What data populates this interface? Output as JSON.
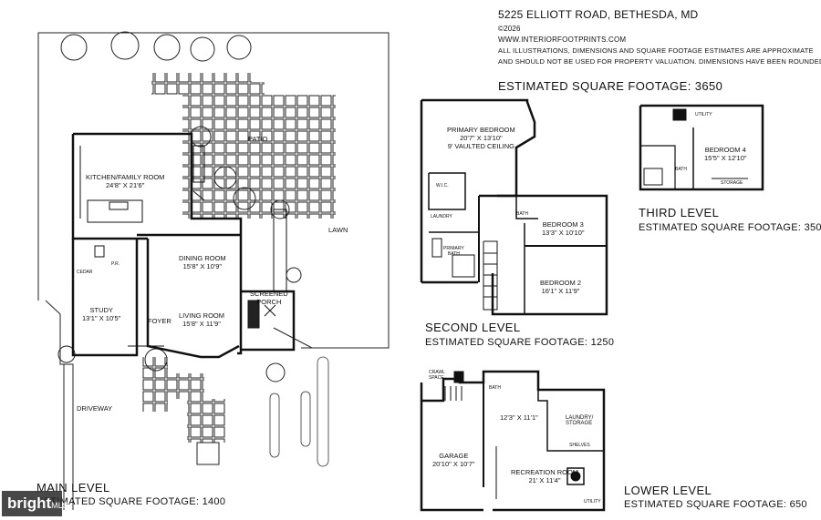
{
  "header": {
    "address": "5225 ELLIOTT ROAD, BETHESDA, MD",
    "copyright": "©2026",
    "website": "WWW.INTERIORFOOTPRINTS.COM",
    "disclaimer1": "ALL ILLUSTRATIONS, DIMENSIONS AND SQUARE FOOTAGE ESTIMATES ARE APPROXIMATE",
    "disclaimer2": "AND  SHOULD NOT BE USED FOR PROPERTY VALUATION. DIMENSIONS HAVE BEEN ROUNDED.",
    "total_sqft": "ESTIMATED SQUARE FOOTAGE: 3650"
  },
  "levels": {
    "main": {
      "title": "MAIN LEVEL",
      "sqft": "ESTIMATED SQUARE FOOTAGE:  1400"
    },
    "second": {
      "title": "SECOND LEVEL",
      "sqft": "ESTIMATED SQUARE FOOTAGE:  1250"
    },
    "third": {
      "title": "THIRD LEVEL",
      "sqft": "ESTIMATED SQUARE FOOTAGE: 350"
    },
    "lower": {
      "title": "LOWER LEVEL",
      "sqft": "ESTIMATED SQUARE FOOTAGE: 650"
    }
  },
  "rooms": {
    "kitchen": {
      "name": "KITCHEN/FAMILY ROOM",
      "dim": "24'8\" X 21'6\""
    },
    "patio": {
      "name": "PATIO"
    },
    "lawn": {
      "name": "LAWN"
    },
    "dining": {
      "name": "DINING ROOM",
      "dim": "15'8\" X 10'9\""
    },
    "living": {
      "name": "LIVING ROOM",
      "dim": "15'8\" X 11'9\""
    },
    "screened": {
      "name1": "SCREENED",
      "name2": "PORCH"
    },
    "study": {
      "name": "STUDY",
      "dim": "13'1\" X 10'5\""
    },
    "foyer": {
      "name": "FOYER"
    },
    "driveway": {
      "name": "DRIVEWAY"
    },
    "pr": {
      "name": "P.R."
    },
    "cedar": {
      "name": "CEDAR"
    },
    "primary_bed": {
      "name": "PRIMARY BEDROOM",
      "dim": "20'7\" X 13'10\"",
      "note": "9' VAULTED CEILING"
    },
    "wic": {
      "name": "W.I.C."
    },
    "laundry2": {
      "name": "LAUNDRY"
    },
    "primary_bath": {
      "name1": "PRIMARY",
      "name2": "BATH"
    },
    "bath2": {
      "name": "BATH"
    },
    "bed3": {
      "name": "BEDROOM 3",
      "dim": "13'3\" X 10'10\""
    },
    "bed2": {
      "name": "BEDROOM 2",
      "dim": "16'1\" X 11'9\""
    },
    "bed4": {
      "name": "BEDROOM 4",
      "dim": "15'5\" X 12'10\""
    },
    "utility3": {
      "name": "UTILITY"
    },
    "bath3": {
      "name": "BATH"
    },
    "storage3": {
      "name": "STORAGE"
    },
    "crawl": {
      "name1": "CRAWL",
      "name2": "SPACE"
    },
    "bath_lower": {
      "name": "BATH"
    },
    "lower_dim": {
      "dim": "12'3\" X 11'1\""
    },
    "laundry_storage": {
      "name1": "LAUNDRY/",
      "name2": "STORAGE"
    },
    "garage": {
      "name": "GARAGE",
      "dim": "20'10\" X 10'7\""
    },
    "recreation": {
      "name": "RECREATION ROOM",
      "dim": "21' X 11'4\""
    },
    "utility_lower": {
      "name": "UTILITY"
    },
    "shelves": {
      "name": "SHELVES"
    }
  },
  "watermark": {
    "text": "bright",
    "suffix": "MLS"
  }
}
